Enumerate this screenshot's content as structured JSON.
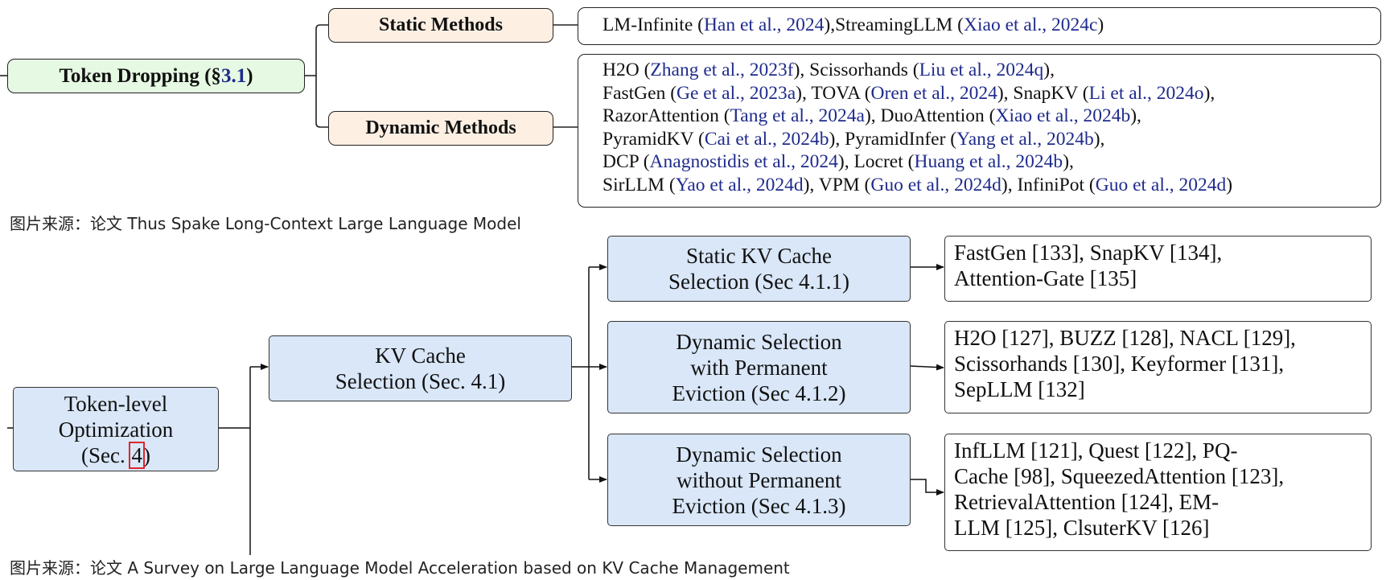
{
  "diagram1": {
    "root": {
      "prefix": "Token Dropping (§",
      "ref": "3.1",
      "suffix": ")"
    },
    "static": {
      "label": "Static Methods",
      "lines": [
        [
          {
            "t": "LM-Infinite (",
            "c": 0
          },
          {
            "t": "Han et al., 2024",
            "c": 1
          },
          {
            "t": "),StreamingLLM (",
            "c": 0
          },
          {
            "t": "Xiao et al., 2024c",
            "c": 1
          },
          {
            "t": ")",
            "c": 0
          }
        ]
      ]
    },
    "dynamic": {
      "label": "Dynamic Methods",
      "lines": [
        [
          {
            "t": "H2O (",
            "c": 0
          },
          {
            "t": "Zhang et al., 2023f",
            "c": 1
          },
          {
            "t": "), Scissorhands (",
            "c": 0
          },
          {
            "t": "Liu et al., 2024q",
            "c": 1
          },
          {
            "t": "),",
            "c": 0
          }
        ],
        [
          {
            "t": "FastGen (",
            "c": 0
          },
          {
            "t": "Ge et al., 2023a",
            "c": 1
          },
          {
            "t": "), TOVA (",
            "c": 0
          },
          {
            "t": "Oren et al., 2024",
            "c": 1
          },
          {
            "t": "), SnapKV (",
            "c": 0
          },
          {
            "t": "Li et al., 2024o",
            "c": 1
          },
          {
            "t": "),",
            "c": 0
          }
        ],
        [
          {
            "t": "RazorAttention (",
            "c": 0
          },
          {
            "t": "Tang et al., 2024a",
            "c": 1
          },
          {
            "t": "), DuoAttention (",
            "c": 0
          },
          {
            "t": "Xiao et al., 2024b",
            "c": 1
          },
          {
            "t": "),",
            "c": 0
          }
        ],
        [
          {
            "t": "PyramidKV (",
            "c": 0
          },
          {
            "t": "Cai et al., 2024b",
            "c": 1
          },
          {
            "t": "), PyramidInfer (",
            "c": 0
          },
          {
            "t": "Yang et al., 2024b",
            "c": 1
          },
          {
            "t": "),",
            "c": 0
          }
        ],
        [
          {
            "t": "DCP (",
            "c": 0
          },
          {
            "t": "Anagnostidis et al., 2024",
            "c": 1
          },
          {
            "t": "), Locret (",
            "c": 0
          },
          {
            "t": "Huang et al., 2024b",
            "c": 1
          },
          {
            "t": "),",
            "c": 0
          }
        ],
        [
          {
            "t": "SirLLM (",
            "c": 0
          },
          {
            "t": "Yao et al., 2024d",
            "c": 1
          },
          {
            "t": "), VPM (",
            "c": 0
          },
          {
            "t": "Guo et al., 2024d",
            "c": 1
          },
          {
            "t": "), InfiniPot (",
            "c": 0
          },
          {
            "t": "Guo et al., 2024d",
            "c": 1
          },
          {
            "t": ")",
            "c": 0
          }
        ]
      ]
    },
    "citation_color": "#1f2b8c"
  },
  "caption1": "图片来源：论文 Thus Spake Long-Context Large Language Model",
  "diagram2": {
    "root": {
      "lines": [
        "Token-level",
        "Optimization"
      ],
      "prefix": "(Sec. ",
      "ref": "4",
      "suffix": ")"
    },
    "kv": {
      "lines": [
        "KV Cache",
        "Selection (Sec. 4.1)"
      ]
    },
    "static": {
      "lines": [
        "Static KV Cache",
        "Selection (Sec 4.1.1)"
      ]
    },
    "perm": {
      "lines": [
        "Dynamic Selection",
        "with Permanent",
        "Eviction (Sec 4.1.2)"
      ]
    },
    "noperm": {
      "lines": [
        "Dynamic Selection",
        "without Permanent",
        "Eviction (Sec 4.1.3)"
      ]
    },
    "leaf_static": [
      "FastGen [133], SnapKV [134],",
      "Attention-Gate [135]"
    ],
    "leaf_perm": [
      "H2O [127], BUZZ [128], NACL [129],",
      "Scissorhands [130], Keyformer [131],",
      "SepLLM [132]"
    ],
    "leaf_noperm": [
      "InfLLM [121], Quest [122], PQ-",
      "Cache [98], SqueezedAttention [123],",
      "RetrievalAttention [124], EM-",
      "LLM [125], ClsuterKV [126]"
    ],
    "box_color": "#d9e7f8",
    "highlight_color": "#e0262a"
  },
  "caption2": "图片来源：论文 A Survey on Large Language Model Acceleration based on KV Cache Management"
}
